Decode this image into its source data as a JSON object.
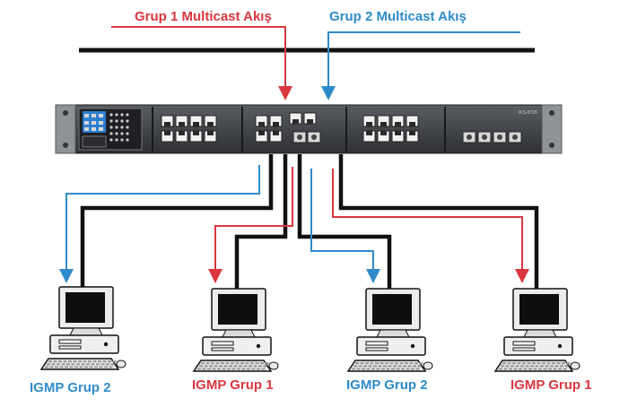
{
  "flows": {
    "group1": {
      "label": "Grup 1 Multicast Akış",
      "color": "#d9363e"
    },
    "group2": {
      "label": "Grup 2 Multicast Akış",
      "color": "#2e8bc9"
    }
  },
  "switch": {
    "model_text": "IKS-6726"
  },
  "hosts": [
    {
      "label": "IGMP Grup 2",
      "color": "#2e8bc9"
    },
    {
      "label": "IGMP Grup 1",
      "color": "#d9363e"
    },
    {
      "label": "IGMP Grup 2",
      "color": "#2e8bc9"
    },
    {
      "label": "IGMP Grup 1",
      "color": "#d9363e"
    }
  ]
}
